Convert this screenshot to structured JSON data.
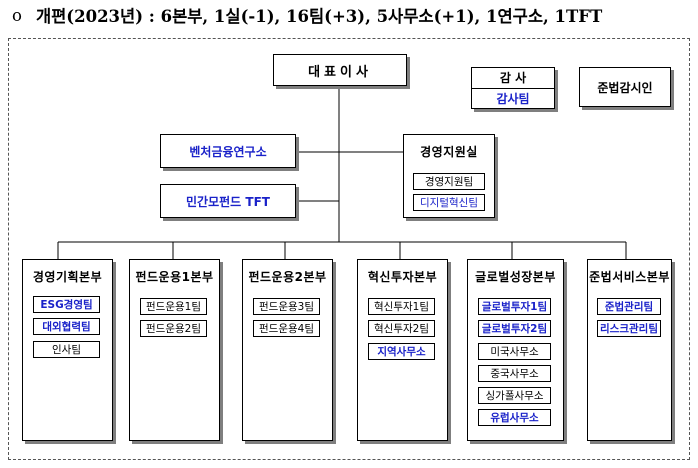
{
  "headline": {
    "bullet": "o",
    "text": "개편(2023년) : 6본부, 1실(-1), 16팀(+3), 5사무소(+1), 1연구소, 1TFT"
  },
  "ceo": "대표이사",
  "audit": {
    "title": "감 사",
    "team": "감사팀"
  },
  "compliance_officer": "준법감시인",
  "research_institute": "벤처금융연구소",
  "tft": "민간모펀드 TFT",
  "mgmt_office": {
    "title": "경영지원실",
    "teams": [
      "경영지원팀",
      "디지털혁신팀"
    ]
  },
  "divisions": [
    {
      "title": "경영기획본부",
      "teams": [
        "ESG경영팀",
        "대외협력팀",
        "인사팀"
      ]
    },
    {
      "title": "펀드운용1본부",
      "teams": [
        "펀드운용1팀",
        "펀드운용2팀"
      ]
    },
    {
      "title": "펀드운용2본부",
      "teams": [
        "펀드운용3팀",
        "펀드운용4팀"
      ]
    },
    {
      "title": "혁신투자본부",
      "teams": [
        "혁신투자1팀",
        "혁신투자2팀",
        "지역사무소"
      ]
    },
    {
      "title": "글로벌성장본부",
      "teams": [
        "글로벌투자1팀",
        "글로벌투자2팀",
        "미국사무소",
        "중국사무소",
        "싱가폴사무소",
        "유럽사무소"
      ]
    },
    {
      "title": "준법서비스본부",
      "teams": [
        "준법관리팀",
        "리스크관리팀"
      ]
    }
  ],
  "colors": {
    "highlight_text": "#1a22c9",
    "shadow": "#7f7f7f",
    "line": "#000000"
  }
}
